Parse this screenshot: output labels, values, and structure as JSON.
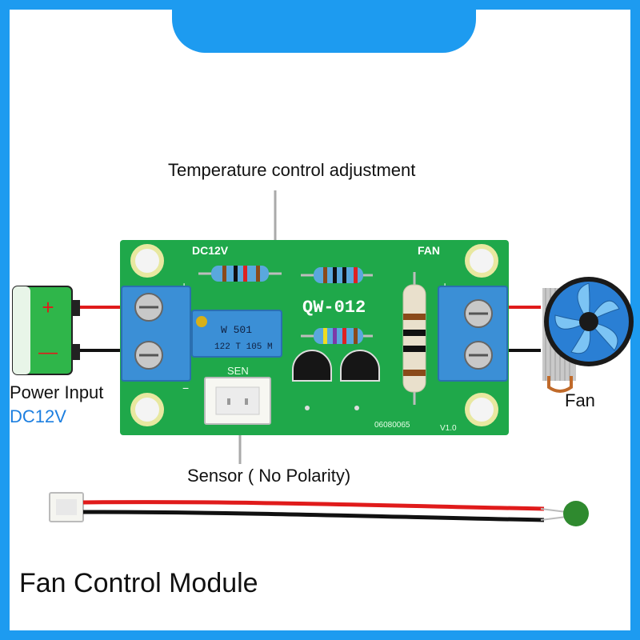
{
  "labels": {
    "temp_adjust": "Temperature control adjustment",
    "power_input": "Power Input",
    "power_voltage": "DC12V",
    "fan": "Fan",
    "sensor": "Sensor ( No Polarity)",
    "title": "Fan Control Module"
  },
  "board": {
    "model": "QW-012",
    "dc_label": "DC12V",
    "fan_label": "FAN",
    "sen_label": "SEN",
    "serial": "06080065",
    "version": "V1.0",
    "pot_code": "W 501",
    "pot_code2": "122 T 105 M",
    "plus": "+",
    "minus": "−"
  },
  "battery": {
    "plus": "+",
    "minus": "—"
  },
  "colors": {
    "frame": "#1d9bf0",
    "pcb": "#1fa84a",
    "terminal": "#3b8fd6",
    "power_voltage_text": "#1d7fe0",
    "battery": "#33c24a",
    "wire_red": "#e01b1b",
    "wire_black": "#111111"
  }
}
